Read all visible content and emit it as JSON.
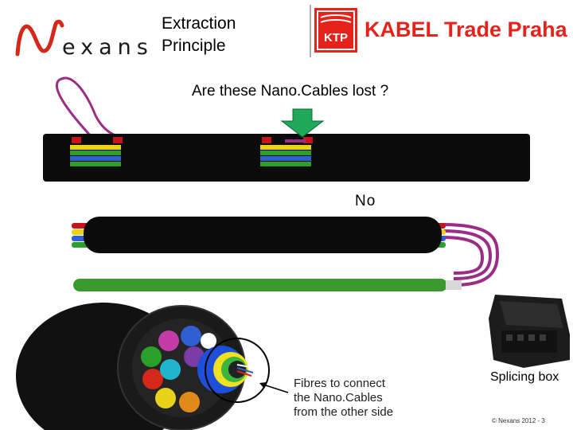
{
  "header": {
    "logo_text": "exans",
    "title_line1": "Extraction",
    "title_line2": "Principle",
    "partner_brand": "KABEL Trade Praha",
    "partner_logo_letters": "KTP"
  },
  "main": {
    "question": "Are these Nano.Cables lost ?",
    "answer": "No",
    "fibres_caption_line1": "Fibres to connect",
    "fibres_caption_line2": "the Nano.Cables",
    "fibres_caption_line3": "from the other side",
    "splicing_box_label": "Splicing box"
  },
  "footer": {
    "copyright": "© Nexans 2012 - 3"
  },
  "colors": {
    "nexans_red": "#d4281c",
    "ktp_red": "#e5231b",
    "arrow_green": "#22a85a",
    "cable_black": "#0b0b0b"
  }
}
